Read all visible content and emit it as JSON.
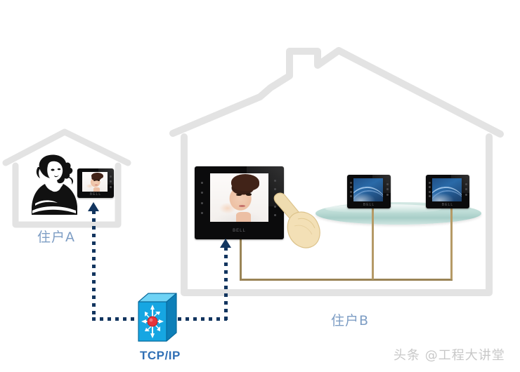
{
  "diagram": {
    "title_visible": false,
    "background": "#ffffff"
  },
  "labels": {
    "resident_a": "住户A",
    "resident_b": "住户B",
    "network": "TCP/IP",
    "watermark": "头条 @工程大讲堂"
  },
  "colors": {
    "house_outline": "#e3e3e3",
    "label_blue": "#7d9dc4",
    "tcpip_blue": "#2f6fb5",
    "dotted_line": "#12355f",
    "cable_brown": "#9a8456",
    "switch_blue": "#1ba5e0",
    "switch_center_red": "#e8333a",
    "table_teal": "#bcdcd6",
    "monitor_black": "#0b0b0c",
    "watermark_gray": "#c8c8c8"
  },
  "houses": [
    {
      "id": "house-a",
      "label": "住户A",
      "occupants": 1,
      "monitors": 1
    },
    {
      "id": "house-b",
      "label": "住户B",
      "occupants": 0,
      "monitors": 3
    }
  ],
  "devices": {
    "house_a_monitor": {
      "name": "indoor-monitor-small",
      "screen_content": "woman-video-call"
    },
    "house_b_main_monitor": {
      "name": "indoor-monitor-main",
      "screen_content": "woman-face-video",
      "brand": "BELL"
    },
    "house_b_extension_1": {
      "name": "indoor-monitor-extension",
      "screen_content": "blue-standby",
      "brand": "BELL"
    },
    "house_b_extension_2": {
      "name": "indoor-monitor-extension",
      "screen_content": "blue-standby",
      "brand": "BELL"
    },
    "pointing_hand": {
      "name": "pointing-hand",
      "target": "main-monitor-side-buttons"
    },
    "network_switch": {
      "name": "tcp-ip-switch",
      "label": "TCP/IP"
    },
    "glass_table": {
      "name": "glass-table"
    }
  },
  "connections": [
    {
      "from": "network_switch",
      "to": "house_a_monitor",
      "style": "dashed",
      "color": "#12355f",
      "arrow": "up"
    },
    {
      "from": "network_switch",
      "to": "house_b_main_monitor",
      "style": "dashed",
      "color": "#12355f",
      "arrow": "up"
    },
    {
      "from": "house_b_main_monitor",
      "to": "house_b_extension_1",
      "style": "solid",
      "color": "#9a8456"
    },
    {
      "from": "house_b_main_monitor",
      "to": "house_b_extension_2",
      "style": "solid",
      "color": "#9a8456"
    }
  ]
}
